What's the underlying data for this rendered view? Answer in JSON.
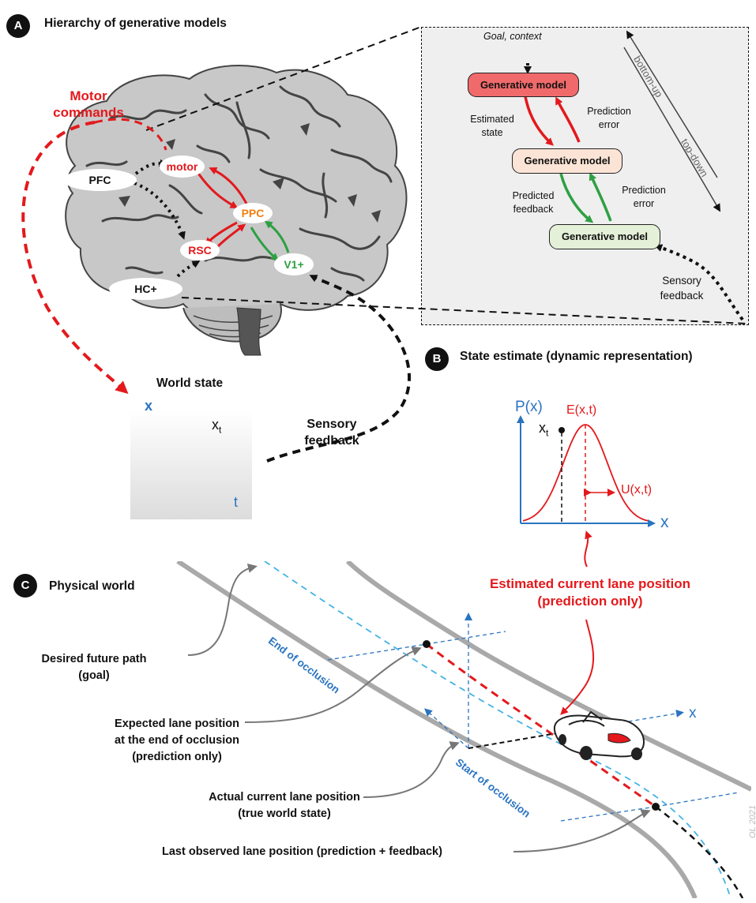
{
  "panel_a": {
    "badge": "A",
    "title": "Hierarchy of generative models",
    "motor_commands": [
      "Motor",
      "commands"
    ],
    "regions": {
      "pfc": "PFC",
      "motor": "motor",
      "ppc": "PPC",
      "rsc": "RSC",
      "v1": "V1+",
      "hc": "HC+"
    },
    "world_state_title": "World state",
    "world_axis_y": "x",
    "world_axis_x": "t",
    "world_point": "x",
    "world_point_sub": "t",
    "sensory_feedback": [
      "Sensory",
      "feedback"
    ]
  },
  "inset": {
    "goal_context": "Goal, context",
    "model_top": "Generative model",
    "model_mid": "Generative model",
    "model_bottom": "Generative model",
    "estimated_state": [
      "Estimated",
      "state"
    ],
    "prediction_error_1": [
      "Prediction",
      "error"
    ],
    "predicted_feedback": [
      "Predicted",
      "feedback"
    ],
    "prediction_error_2": [
      "Prediction",
      "error"
    ],
    "sensory_feedback": [
      "Sensory",
      "feedback"
    ],
    "bottom_up": "bottom-up",
    "top_down": "top-down",
    "colors": {
      "top": "#f06a6b",
      "mid": "#fbe4d6",
      "bottom": "#e4f0d8"
    }
  },
  "panel_b": {
    "badge": "B",
    "title": "State estimate (dynamic representation)",
    "y_label": "P(x)",
    "x_label": "x",
    "mean_label": "E(x,t)",
    "uncertainty_label": "U(x,t)",
    "point_label": "x",
    "point_sub": "t"
  },
  "panel_c": {
    "badge": "C",
    "title": "Physical world",
    "estimated_lane": [
      "Estimated current lane position",
      "(prediction only)"
    ],
    "desired_path": [
      "Desired future path",
      "(goal)"
    ],
    "expected_lane": [
      "Expected lane position",
      "at the end of occlusion",
      "(prediction only)"
    ],
    "actual_lane": [
      "Actual current lane position",
      "(true world state)"
    ],
    "last_observed": "Last observed lane position (prediction + feedback)",
    "end_occlusion": "End of occlusion",
    "start_occlusion": "Start of occlusion",
    "x_axis": "x",
    "signature": "OL 2021"
  },
  "colors": {
    "red": "#e3191c",
    "blue": "#2a74c0",
    "green": "#2ea043",
    "orange": "#f07f0f",
    "road_bg": "#f5ecd7"
  }
}
